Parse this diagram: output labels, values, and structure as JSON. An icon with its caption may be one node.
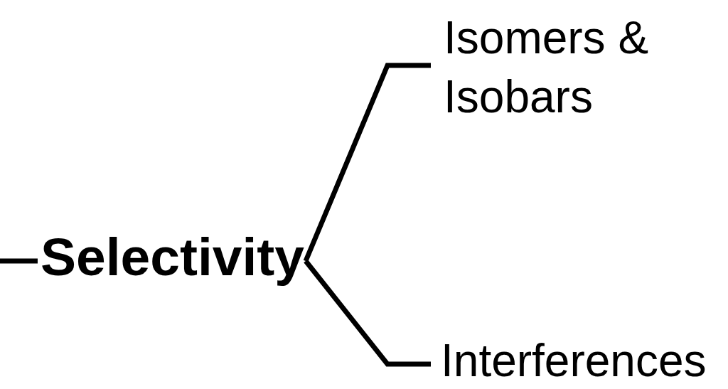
{
  "diagram": {
    "nodes": [
      {
        "text": [
          "Selectivity"
        ]
      },
      {
        "text": [
          "Isomers & Isobars"
        ]
      },
      {
        "text": [
          "Interferences"
        ]
      }
    ],
    "edges": [
      {
        "from": null,
        "to": 0,
        "arrow": "none"
      },
      {
        "from": 0,
        "to": 1,
        "arrow": "none"
      },
      {
        "from": 0,
        "to": 2,
        "arrow": "none"
      }
    ]
  }
}
